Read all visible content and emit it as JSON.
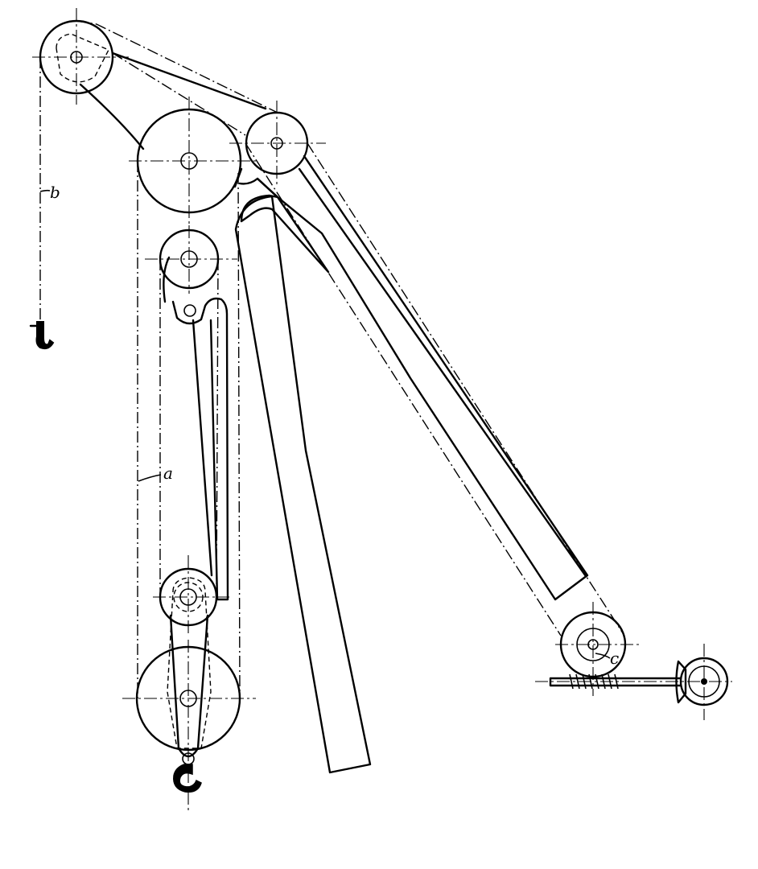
{
  "labels": {
    "a": "a",
    "b": "b",
    "c": "c"
  },
  "colors": {
    "ink": "#000000",
    "paper": "#ffffff"
  }
}
